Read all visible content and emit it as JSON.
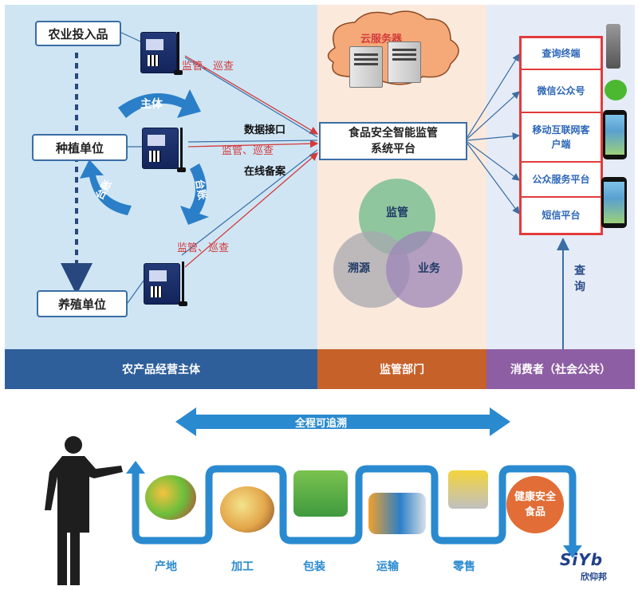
{
  "sections": {
    "producers": "农产品经营主体",
    "regulator": "监管部门",
    "consumers": "消费者（社会公共）"
  },
  "producer_nodes": {
    "inputs": "农业投入品",
    "planting": "种植单位",
    "breeding": "养殖单位"
  },
  "cycle_labels": {
    "subject": "主体",
    "ledger_top": "台账",
    "ledger_left": "台账"
  },
  "links": {
    "supervise_1": "监管、巡查",
    "supervise_2": "监管、巡查",
    "supervise_3": "监管、巡查",
    "data_interface": "数据接口",
    "online_filing": "在线备案"
  },
  "regulator": {
    "cloud": "云服务器",
    "platform_line1": "食品安全智能监管",
    "platform_line2": "系统平台",
    "venn": {
      "supervision": "监管",
      "tracing": "溯源",
      "business": "业务"
    }
  },
  "consumer_channels": [
    {
      "label": "查询终端"
    },
    {
      "label": "微信公众号"
    },
    {
      "label": "移动互联网客户端"
    },
    {
      "label": "公众服务平台"
    },
    {
      "label": "短信平台"
    }
  ],
  "query_text": "查询",
  "trace_label": "全程可追溯",
  "chain": {
    "stages": [
      "产地",
      "加工",
      "包装",
      "运输",
      "零售"
    ],
    "final_line1": "健康安全",
    "final_line2": "食品"
  },
  "brand": {
    "logo": "SiYb",
    "name": "欣仰邦"
  },
  "colors": {
    "left_panel": "#cfe5f4",
    "mid_panel": "#fbe9dc",
    "right_panel": "#e6ecf7",
    "left_footer": "#2e5f9a",
    "mid_footer": "#c7612a",
    "right_footer": "#8d5ea3",
    "red_link": "#d23b3b",
    "trace_blue": "#2a8ad0"
  }
}
